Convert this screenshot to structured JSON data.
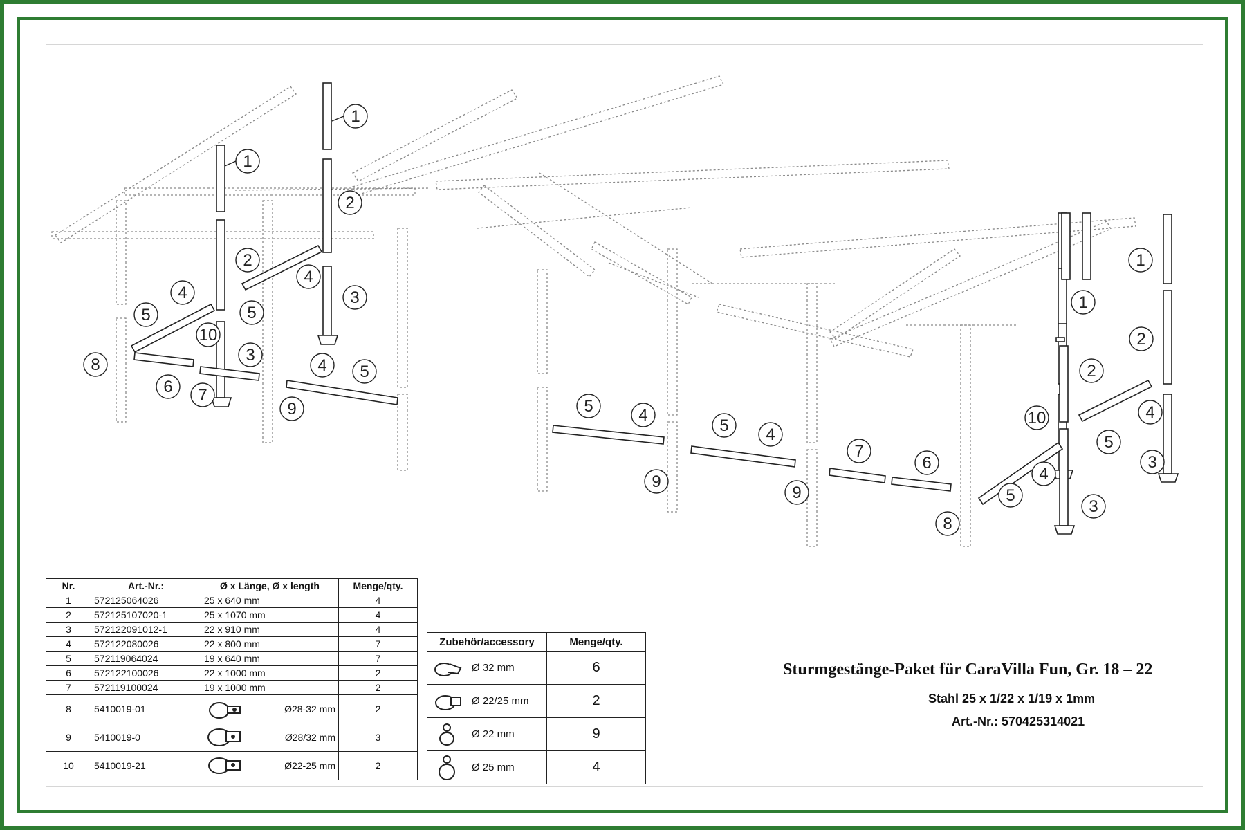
{
  "callouts": [
    "1",
    "2",
    "3",
    "4",
    "5",
    "6",
    "7",
    "8",
    "9",
    "10"
  ],
  "parts_table": {
    "headers": [
      "Nr.",
      "Art.-Nr.:",
      "Ø x Länge, Ø x length",
      "Menge/qty."
    ],
    "rows": [
      {
        "nr": "1",
        "art": "572125064026",
        "dim": "25 x 640 mm",
        "qty": "4"
      },
      {
        "nr": "2",
        "art": "572125107020-1",
        "dim": "25 x 1070 mm",
        "qty": "4"
      },
      {
        "nr": "3",
        "art": "572122091012-1",
        "dim": "22 x 910 mm",
        "qty": "4"
      },
      {
        "nr": "4",
        "art": "572122080026",
        "dim": "22 x 800 mm",
        "qty": "7"
      },
      {
        "nr": "5",
        "art": "572119064024",
        "dim": "19 x 640 mm",
        "qty": "7"
      },
      {
        "nr": "6",
        "art": "572122100026",
        "dim": "22 x 1000 mm",
        "qty": "2"
      },
      {
        "nr": "7",
        "art": "572119100024",
        "dim": "19 x 1000 mm",
        "qty": "2"
      },
      {
        "nr": "8",
        "art": "5410019-01",
        "dim": "Ø28-32 mm",
        "qty": "2"
      },
      {
        "nr": "9",
        "art": "5410019-0",
        "dim": "Ø28/32 mm",
        "qty": "3"
      },
      {
        "nr": "10",
        "art": "5410019-21",
        "dim": "Ø22-25 mm",
        "qty": "2"
      }
    ]
  },
  "accessory_table": {
    "headers": [
      "Zubehör/accessory",
      "Menge/qty."
    ],
    "rows": [
      {
        "size": "Ø 32 mm",
        "qty": "6"
      },
      {
        "size": "Ø 22/25 mm",
        "qty": "2"
      },
      {
        "size": "Ø 22 mm",
        "qty": "9"
      },
      {
        "size": "Ø 25 mm",
        "qty": "4"
      }
    ]
  },
  "title": {
    "main": "Sturmgestänge-Paket für CaraVilla Fun, Gr. 18 – 22",
    "material": "Stahl 25 x 1/22 x 1/19 x 1mm",
    "article": "Art.-Nr.: 570425314021"
  },
  "colors": {
    "frame": "#2e7d32",
    "line": "#222222",
    "dotted": "#8a8a8a"
  }
}
